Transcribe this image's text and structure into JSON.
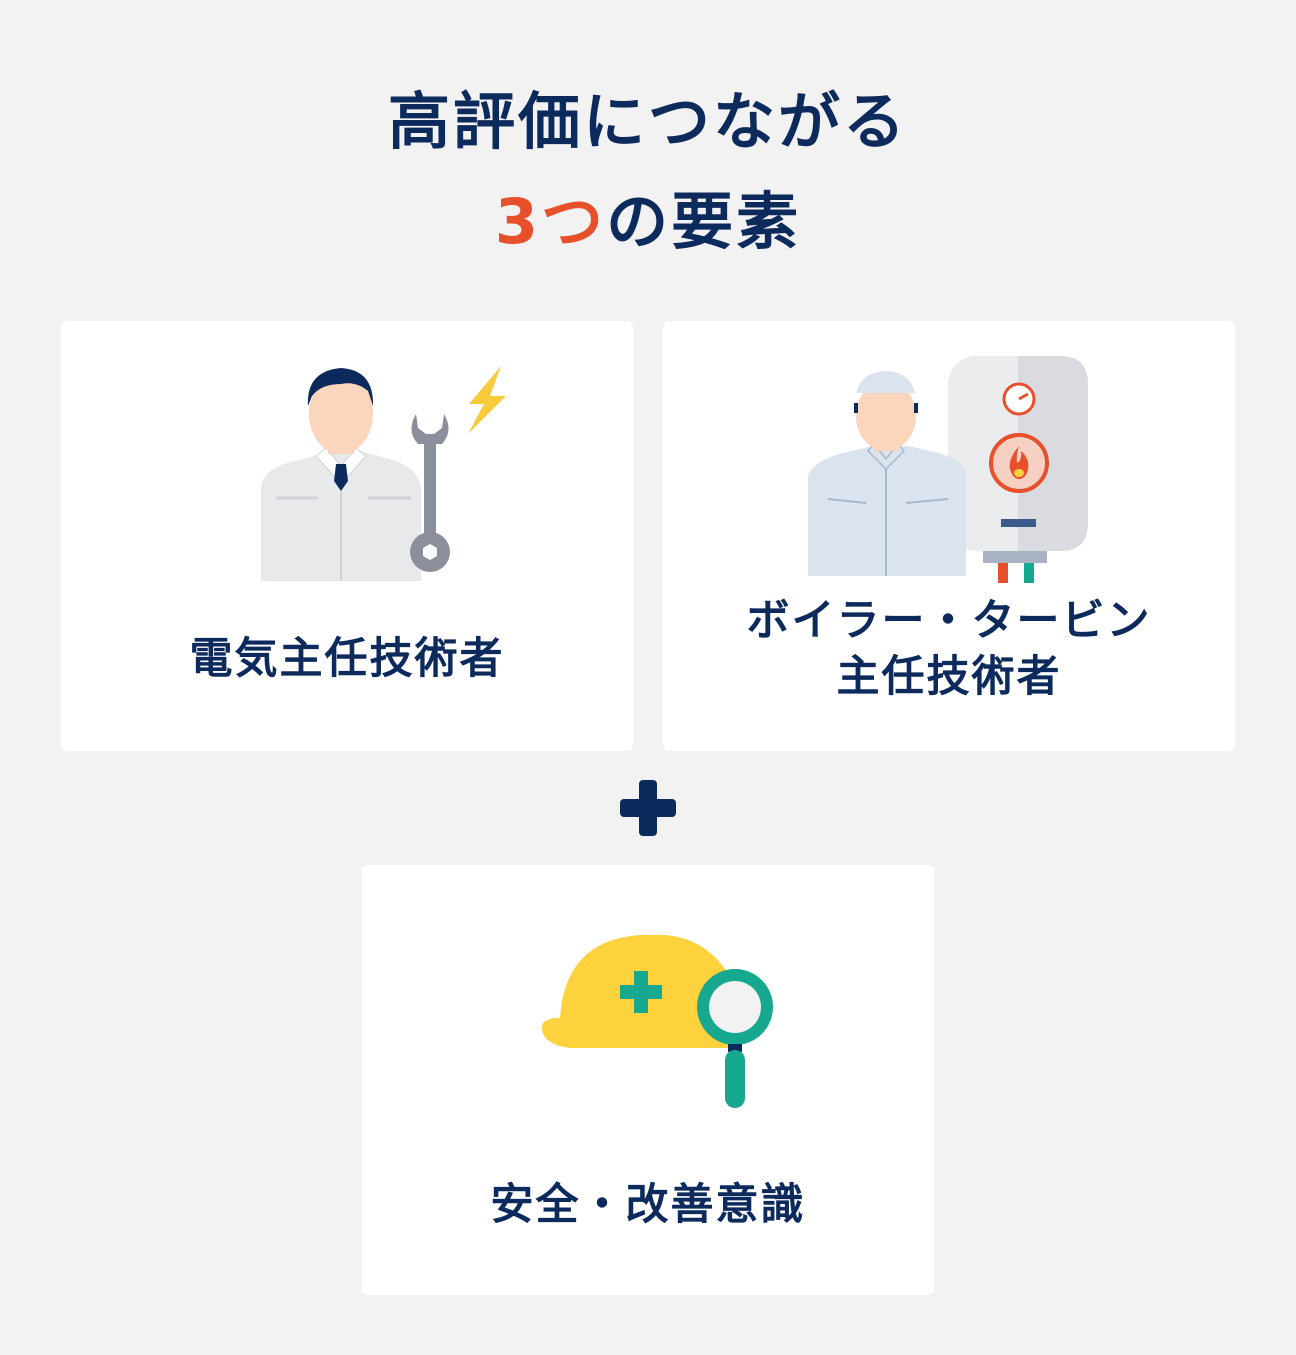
{
  "header": {
    "title_line1": "高評価につながる",
    "title_line2_accent": "3つ",
    "title_line2_rest": "の要素"
  },
  "colors": {
    "navy": "#0d2a5c",
    "accent": "#e8502b",
    "background": "#f2f2f2",
    "card": "#ffffff",
    "yellow": "#fdd23c",
    "teal": "#16a98f"
  },
  "cards": [
    {
      "label": "電気主任技術者",
      "illustration": "electrician-with-wrench-and-lightning-icon"
    },
    {
      "label_line1": "ボイラー・タービン",
      "label_line2": "主任技術者",
      "illustration": "worker-with-boiler-icon"
    },
    {
      "label": "安全・改善意識",
      "illustration": "helmet-with-magnifier-icon"
    }
  ],
  "connector": {
    "symbol": "plus-icon"
  }
}
